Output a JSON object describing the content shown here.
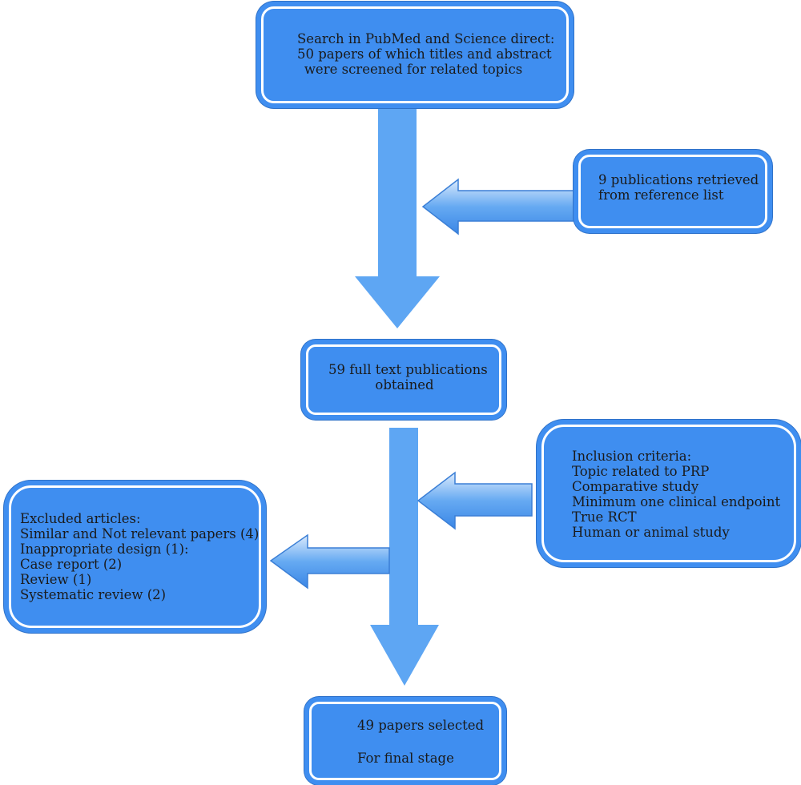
{
  "flowchart": {
    "search": {
      "lines": [
        "Search in PubMed and Science direct:",
        "50 papers of which titles and abstract",
        "were screened for related topics"
      ]
    },
    "reference": {
      "lines": [
        "9 publications retrieved",
        "from reference list"
      ]
    },
    "fulltext": {
      "lines": [
        "59 full text publications",
        "obtained"
      ]
    },
    "inclusion": {
      "heading": "Inclusion criteria:",
      "items": [
        "Topic related to PRP",
        "Comparative study",
        "Minimum one clinical endpoint",
        "True RCT",
        "Human or animal study"
      ]
    },
    "exclusion": {
      "heading": "Excluded articles:",
      "items": [
        "Similar and Not relevant papers (4)",
        "Inappropriate design (1):",
        "Case report (2)",
        "Review (1)",
        "Systematic review (2)"
      ]
    },
    "final": {
      "line1": "49 papers selected",
      "line2": "For final stage"
    }
  },
  "colors": {
    "box_fill": "#3f8ef0",
    "box_outline": "#ffffff",
    "arrow_fill": "#5ea6f3"
  }
}
